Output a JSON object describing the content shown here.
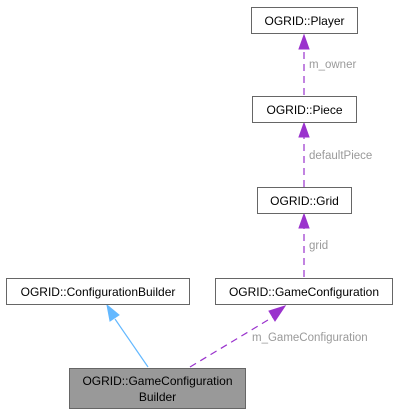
{
  "nodes": {
    "player": {
      "label": "OGRID::Player"
    },
    "piece": {
      "label": "OGRID::Piece"
    },
    "grid": {
      "label": "OGRID::Grid"
    },
    "config_builder": {
      "label": "OGRID::ConfigurationBuilder"
    },
    "game_configuration": {
      "label": "OGRID::GameConfiguration"
    },
    "game_configuration_builder": {
      "label_line1": "OGRID::GameConfiguration",
      "label_line2": "Builder"
    }
  },
  "edges": {
    "piece_to_player": {
      "label": "m_owner"
    },
    "grid_to_piece": {
      "label": "defaultPiece"
    },
    "gameconfig_to_grid": {
      "label": "grid"
    },
    "builder_to_gameconfig": {
      "label": "m_GameConfiguration"
    }
  },
  "colors": {
    "usage_edge": "#9a32cd",
    "inheritance_edge": "#63b8ff",
    "focus_node_fill": "#999999",
    "node_border": "#666666",
    "edge_label_text": "#9a9a9a"
  }
}
